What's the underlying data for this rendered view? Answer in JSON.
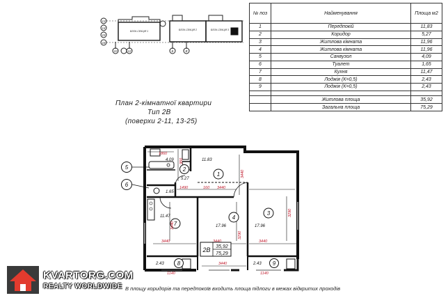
{
  "schedule": {
    "head": {
      "num": "№ поз",
      "name": "Найменування",
      "area": "Площа м2"
    },
    "rows": [
      {
        "num": "1",
        "name": "Передпокій",
        "area": "11,83"
      },
      {
        "num": "2",
        "name": "Коридор",
        "area": "5,27"
      },
      {
        "num": "3",
        "name": "Житлова кімната",
        "area": "11,96"
      },
      {
        "num": "4",
        "name": "Житлова кімната",
        "area": "11,96"
      },
      {
        "num": "5",
        "name": "Санвузол",
        "area": "4,09"
      },
      {
        "num": "6",
        "name": "Туалет",
        "area": "1,65"
      },
      {
        "num": "7",
        "name": "Кухня",
        "area": "11,47"
      },
      {
        "num": "8",
        "name": "Лоджія (К=0,5)",
        "area": "2,43"
      },
      {
        "num": "9",
        "name": "Лоджія (К=0,5)",
        "area": "2,43"
      }
    ],
    "totals": [
      {
        "name": "Житлова площа",
        "area": "35,92"
      },
      {
        "name": "Загальна площа",
        "area": "75,29"
      }
    ]
  },
  "plan_title": {
    "line1": "План 2-кімнатної квартири",
    "line2": "Тип 2В",
    "line3": "(поверхи 2-11, 13-25)"
  },
  "keyplan_labels": {
    "axes_left": [
      "13",
      "14",
      "15",
      "16"
    ],
    "axes_bottom": [
      "10",
      "12",
      "Б",
      "В"
    ],
    "blocks": [
      "БЛОК-СЕКЦІЯ 1",
      "БЛОК-СЕКЦІЯ 2",
      "БЛОК-СЕКЦІЯ 3"
    ]
  },
  "plan": {
    "callouts": [
      "5",
      "6",
      "2",
      "1",
      "3",
      "4",
      "7",
      "8",
      "9"
    ],
    "room_areas": {
      "r5": "4.09",
      "r2": "5.27",
      "r1": "11.83",
      "r6": "1.65",
      "r7": "11.47",
      "r4": "17.96",
      "r3": "17.96",
      "r8": "2.43",
      "r9": "2.43"
    },
    "dims": {
      "d1860": "1860",
      "d1490": "1490",
      "d160": "160",
      "d3440a": "3440",
      "d3440b": "3440",
      "d3440c": "3440",
      "d3440d": "3440",
      "d3440v": "3440",
      "d3290": "3290",
      "d3290b": "3290",
      "d3440k": "3440",
      "d3440w": "3440",
      "d1140a": "1140",
      "d1140b": "1140",
      "d950": "950"
    },
    "badge": {
      "type": "2В",
      "living": "35,92",
      "total": "75,29"
    }
  },
  "watermark": {
    "line1": "KVARTORG.COM",
    "line2": "REALTY WORLDWIDE"
  },
  "footnote": "В площу коридорів та передпокоїв входить площа підлоги в межах відкритих проходів"
}
